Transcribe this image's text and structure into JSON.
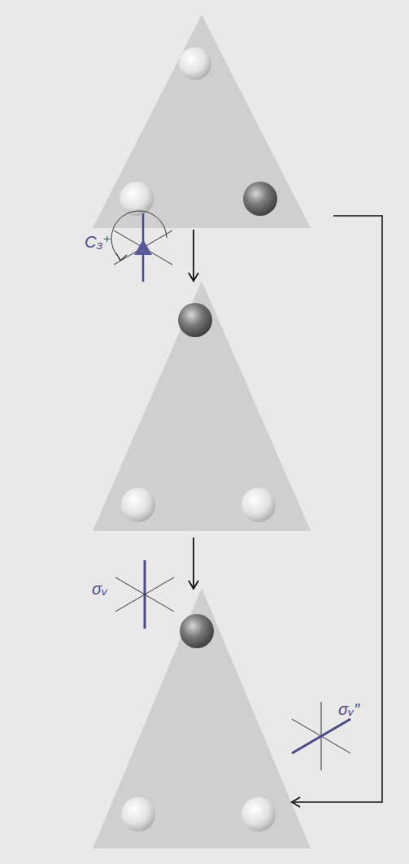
{
  "diagram": {
    "labels": [
      "C₃⁺",
      "σᵥ",
      "σᵥ″"
    ]
  }
}
